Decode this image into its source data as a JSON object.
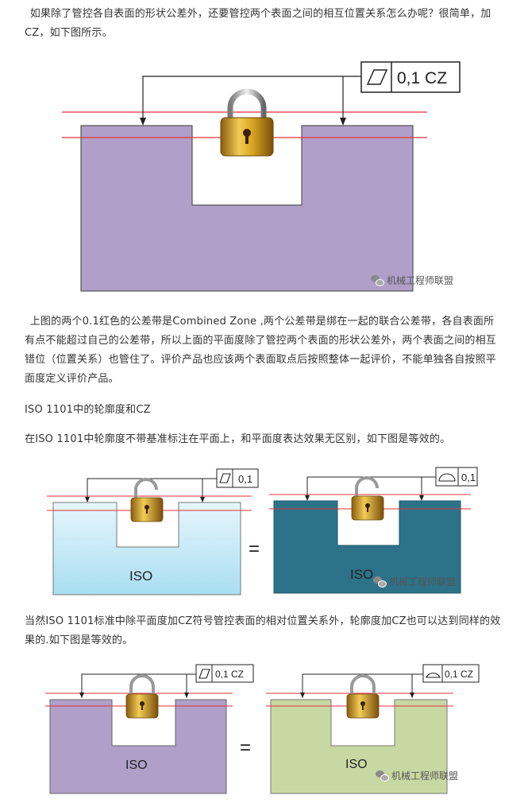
{
  "paragraphs": {
    "p1": "如果除了管控各自表面的形状公差外，还要管控两个表面之间的相互位置关系怎么办呢？很简单，加CZ，如下图所示。",
    "p2": "上图的两个0.1红色的公差带是Combined Zone ,两个公差带是绑在一起的联合公差带，各自表面所有点不能超过自己的公差带，所以上面的平面度除了管控两个表面的形状公差外，两个表面之间的相互错位（位置关系）也管住了。评价产品也应该两个表面取点后按照整体一起评价，不能单独各自按照平面度定义评价产品。",
    "p3": "ISO 1101中的轮廓度和CZ",
    "p4": "在ISO 1101中轮廓度不带基准标注在平面上，和平面度表达效果无区别，如下图是等效的。",
    "p5": "当然ISO 1101标准中除平面度加CZ符号管控表面的相对位置关系外，轮廓度加CZ也可以达到同样的效果的.如下图是等效的。"
  },
  "figures": {
    "fig1": {
      "tolerance": "0,1 CZ",
      "symbol": "flatness-icon"
    },
    "fig2": {
      "left_tolerance": "0,1",
      "left_symbol": "flatness-icon",
      "left_label": "ISO",
      "right_tolerance": "0,1",
      "right_symbol": "surface-profile-icon",
      "right_label": "ISO",
      "equals": "="
    },
    "fig3": {
      "left_tolerance": "0,1 CZ",
      "left_symbol": "flatness-icon",
      "left_label": "ISO",
      "right_tolerance": "0,1 CZ",
      "right_symbol": "surface-profile-icon",
      "right_label": "ISO",
      "equals": "="
    }
  },
  "watermark": "机械工程师联盟",
  "colors": {
    "purple": "#b09fc8",
    "light_blue": "#c6e8f5",
    "teal": "#2c7389",
    "light_green": "#c7d8a2",
    "tolerance_line": "#e0303a",
    "lock_gold": "#d9a520"
  }
}
